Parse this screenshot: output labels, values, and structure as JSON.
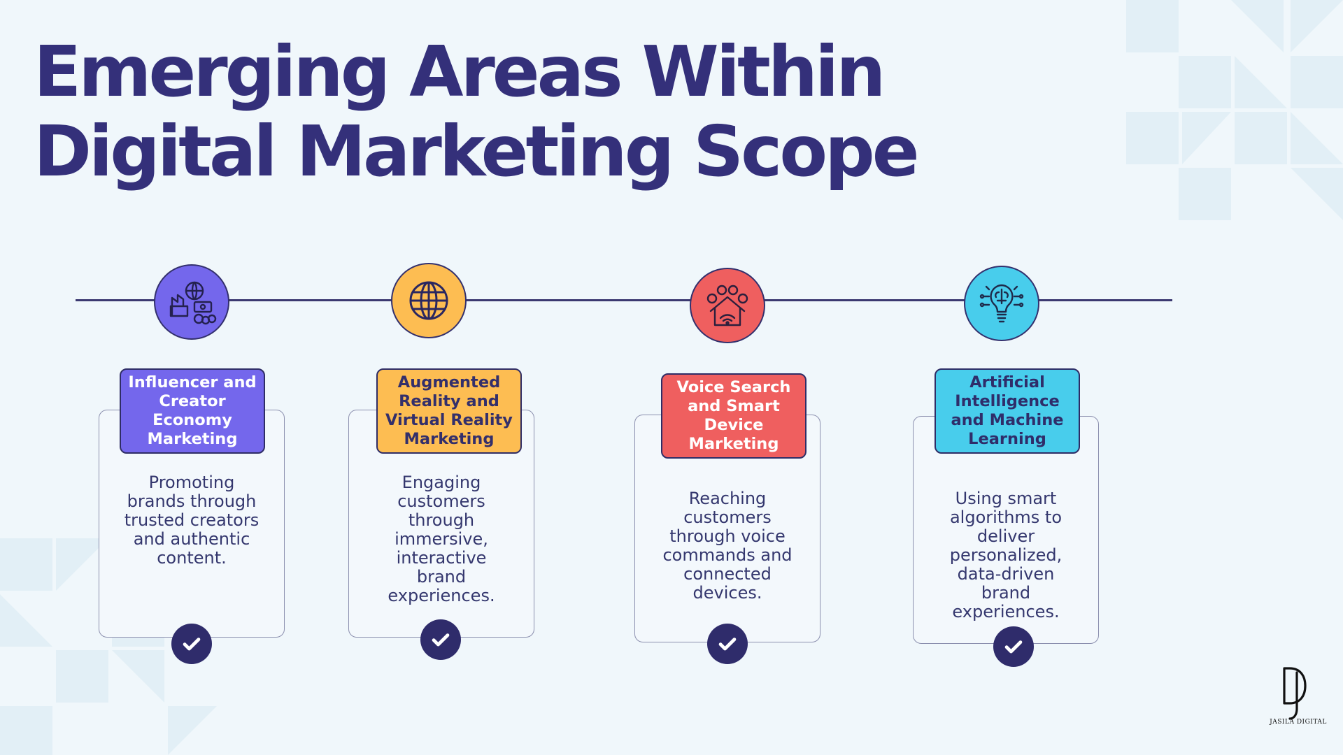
{
  "title": {
    "line1": "Emerging Areas Within",
    "line2": "Digital Marketing Scope"
  },
  "colors": {
    "heading": "#34307a",
    "purple": "#7467ec",
    "orange": "#fdbd52",
    "red": "#ef5f5f",
    "cyan": "#48cdec",
    "check": "#2f2c6b"
  },
  "cards": [
    {
      "icon": "creator-economy-icon",
      "title": "Influencer and Creator Economy Marketing",
      "description": "Promoting brands through trusted creators and authentic content."
    },
    {
      "icon": "globe-icon",
      "title": "Augmented Reality and Virtual Reality Marketing",
      "description": "Engaging customers through immersive, interactive brand experiences."
    },
    {
      "icon": "smart-home-icon",
      "title": "Voice Search and Smart Device Marketing",
      "description": "Reaching customers through voice commands and connected devices."
    },
    {
      "icon": "ai-lightbulb-icon",
      "title": "Artificial Intelligence and Machine Learning",
      "description": "Using smart algorithms to deliver personalized, data-driven brand experiences."
    }
  ],
  "logo": {
    "text": "JASILA DIGITAL"
  }
}
